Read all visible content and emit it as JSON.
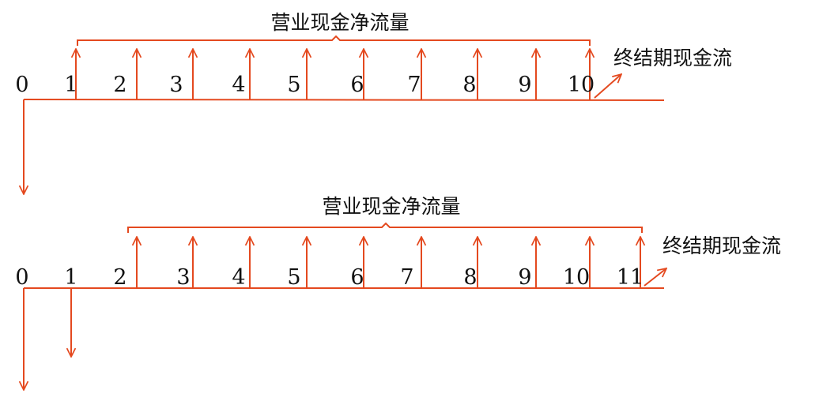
{
  "colors": {
    "arrow": "#e4491f",
    "text": "#111111",
    "background": "#ffffff"
  },
  "diagrams": [
    {
      "periods": [
        "0",
        "1",
        "2",
        "3",
        "4",
        "5",
        "6",
        "7",
        "8",
        "9",
        "10"
      ],
      "operating_label": "营业现金净流量",
      "terminal_label": "终结期现金流",
      "outflow_periods": [
        "0"
      ],
      "inflow_periods": [
        "1",
        "2",
        "3",
        "4",
        "5",
        "6",
        "7",
        "8",
        "9",
        "10"
      ],
      "terminal_period": "10"
    },
    {
      "periods": [
        "0",
        "1",
        "2",
        "3",
        "4",
        "5",
        "6",
        "7",
        "8",
        "9",
        "10",
        "11"
      ],
      "operating_label": "营业现金净流量",
      "terminal_label": "终结期现金流",
      "outflow_periods": [
        "0",
        "1"
      ],
      "inflow_periods": [
        "2",
        "3",
        "4",
        "5",
        "6",
        "7",
        "8",
        "9",
        "10",
        "11"
      ],
      "terminal_period": "11"
    }
  ]
}
